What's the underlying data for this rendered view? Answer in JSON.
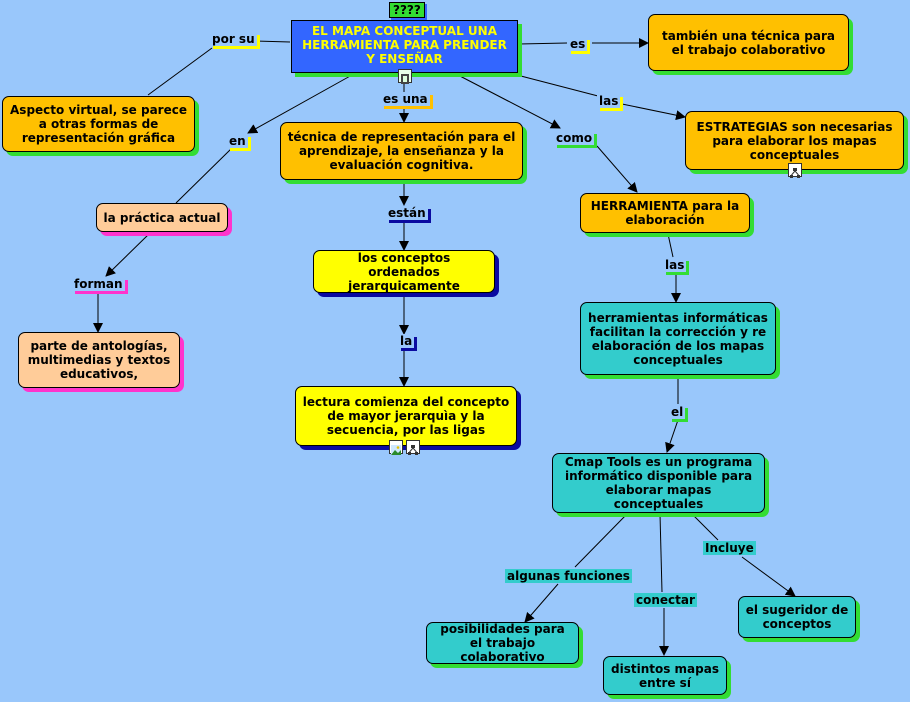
{
  "top_tag": "????",
  "title": "EL MAPA CONCEPTUAL UNA HERRAMIENTA PARA PRENDER Y ENSEÑAR",
  "nodes": {
    "tecnica_colaborativo": "también una técnica para el trabajo colaborativo",
    "aspecto_virtual": "Aspecto virtual, se parece a otras formas de representación gráfica",
    "estrategias": "ESTRATEGIAS son necesarias para elaborar los mapas conceptuales",
    "tecnica_representacion": "técnica de representación para el aprendizaje, la enseñanza y la evaluación cognitiva.",
    "practica_actual": "la práctica actual",
    "herramienta": "HERRAMIENTA para la elaboración",
    "conceptos_ordenados": "los conceptos ordenados jerarquicamente",
    "herramientas_informaticas": "herramientas informáticas facilitan la corrección y re elaboración de los mapas conceptuales",
    "antologias": "parte de antologías, multimedias y textos educativos,",
    "lectura": "lectura comienza del concepto de mayor jerarquìa y la secuencia, por las ligas",
    "cmap_tools": "Cmap Tools es un programa informático disponible para elaborar mapas conceptuales",
    "posibilidades": "posibilidades para el trabajo colaborativo",
    "sugeridor": "el sugeridor de conceptos",
    "distintos_mapas": "distintos mapas entre sí"
  },
  "links": {
    "por_su": "por su",
    "es": "es",
    "es_una": "es una",
    "las_1": "las",
    "en": "en",
    "como": "como",
    "estan": "están",
    "forman": "forman",
    "las_2": "las",
    "la": "la",
    "el": "el",
    "incluye": "Incluye",
    "algunas_funciones": "algunas funciones",
    "conectar": "conectar"
  },
  "icons": [
    "video-icon",
    "concept-map-icon",
    "image-icon",
    "concept-map-icon"
  ]
}
